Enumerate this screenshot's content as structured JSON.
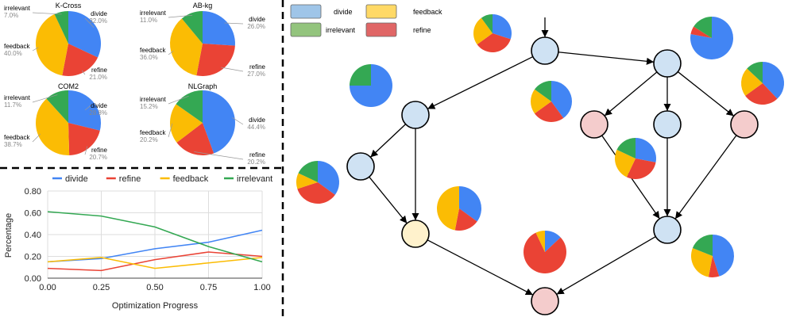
{
  "colors": {
    "divide": "#4285F4",
    "refine": "#EA4335",
    "feedback": "#FBBC04",
    "irrelevant": "#34A853",
    "node_divide": "#CFE2F3",
    "node_refine": "#F4CCCC",
    "node_feedback": "#FFF2CC",
    "legend_divide": "#9FC5E8",
    "legend_feedback": "#FFD966",
    "legend_irrelevant": "#93C47D",
    "legend_refine": "#E06666"
  },
  "chart_data": [
    {
      "type": "pie",
      "title": "K-Cross",
      "slices": [
        {
          "label": "divide",
          "value": 32.0,
          "pct": "32.0%"
        },
        {
          "label": "refine",
          "value": 21.0,
          "pct": "21.0%"
        },
        {
          "label": "feedback",
          "value": 40.0,
          "pct": "40.0%"
        },
        {
          "label": "irrelevant",
          "value": 7.0,
          "pct": "7.0%"
        }
      ]
    },
    {
      "type": "pie",
      "title": "AB-kg",
      "slices": [
        {
          "label": "divide",
          "value": 26.0,
          "pct": "26.0%"
        },
        {
          "label": "refine",
          "value": 27.0,
          "pct": "27.0%"
        },
        {
          "label": "feedback",
          "value": 36.0,
          "pct": "36.0%"
        },
        {
          "label": "irrelevant",
          "value": 11.0,
          "pct": "11.0%"
        }
      ]
    },
    {
      "type": "pie",
      "title": "COM2",
      "slices": [
        {
          "label": "divide",
          "value": 28.8,
          "pct": "28.8%"
        },
        {
          "label": "refine",
          "value": 20.7,
          "pct": "20.7%"
        },
        {
          "label": "feedback",
          "value": 38.7,
          "pct": "38.7%"
        },
        {
          "label": "irrelevant",
          "value": 11.7,
          "pct": "11.7%"
        }
      ]
    },
    {
      "type": "pie",
      "title": "NLGraph",
      "slices": [
        {
          "label": "divide",
          "value": 44.4,
          "pct": "44.4%"
        },
        {
          "label": "refine",
          "value": 20.2,
          "pct": "20.2%"
        },
        {
          "label": "feedback",
          "value": 20.2,
          "pct": "20.2%"
        },
        {
          "label": "irrelevant",
          "value": 15.2,
          "pct": "15.2%"
        }
      ]
    },
    {
      "type": "line",
      "xlabel": "Optimization Progress",
      "ylabel": "Percentage",
      "x": [
        0.0,
        0.25,
        0.5,
        0.75,
        1.0
      ],
      "xticks": [
        "0.00",
        "0.25",
        "0.50",
        "0.75",
        "1.00"
      ],
      "yticks": [
        "0.00",
        "0.20",
        "0.40",
        "0.60",
        "0.80"
      ],
      "xlim": [
        0,
        1
      ],
      "ylim": [
        0,
        0.8
      ],
      "grid": true,
      "legend": "top",
      "series": [
        {
          "name": "divide",
          "values": [
            0.15,
            0.18,
            0.27,
            0.33,
            0.44
          ]
        },
        {
          "name": "refine",
          "values": [
            0.09,
            0.07,
            0.17,
            0.24,
            0.2
          ]
        },
        {
          "name": "feedback",
          "values": [
            0.15,
            0.19,
            0.09,
            0.14,
            0.19
          ]
        },
        {
          "name": "irrelevant",
          "values": [
            0.61,
            0.57,
            0.47,
            0.29,
            0.15
          ]
        }
      ]
    }
  ],
  "graph": {
    "legend": [
      "divide",
      "feedback",
      "irrelevant",
      "refine"
    ],
    "nodes": [
      {
        "id": "n1",
        "type": "divide",
        "mix": [
          30,
          35,
          25,
          10
        ]
      },
      {
        "id": "n2",
        "type": "divide",
        "mix": [
          78,
          6,
          0,
          16
        ]
      },
      {
        "id": "n3",
        "type": "divide",
        "mix": [
          75,
          0,
          0,
          25
        ]
      },
      {
        "id": "n4",
        "type": "refine",
        "mix": [
          28,
          29,
          25,
          18
        ]
      },
      {
        "id": "n5",
        "type": "divide",
        "mix": [
          40,
          25,
          20,
          15
        ]
      },
      {
        "id": "n6",
        "type": "refine",
        "mix": [
          38,
          27,
          22,
          13
        ]
      },
      {
        "id": "n7",
        "type": "divide",
        "mix": [
          35,
          35,
          12,
          18
        ]
      },
      {
        "id": "n8",
        "type": "feedback",
        "mix": [
          35,
          18,
          47,
          0
        ]
      },
      {
        "id": "n9",
        "type": "divide",
        "mix": [
          45,
          8,
          28,
          19
        ]
      },
      {
        "id": "n10",
        "type": "refine",
        "mix": [
          13,
          80,
          7,
          0
        ]
      },
      {
        "id": "n11",
        "type": "divide",
        "mix": [
          40,
          28,
          12,
          20
        ]
      }
    ]
  }
}
